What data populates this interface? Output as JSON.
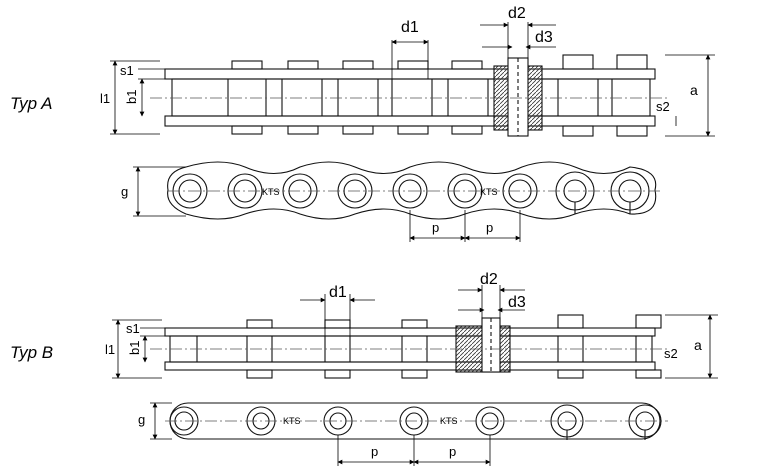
{
  "types": {
    "a": "Typ A",
    "b": "Typ B"
  },
  "dims": {
    "d1": "d1",
    "d2": "d2",
    "d3": "d3",
    "s1": "s1",
    "s2": "s2",
    "b1": "b1",
    "l1": "l1",
    "a": "a",
    "g": "g",
    "p": "p"
  },
  "marking": "KTS",
  "colors": {
    "line": "#111111",
    "center": "#555555",
    "hatch": "#333333"
  }
}
